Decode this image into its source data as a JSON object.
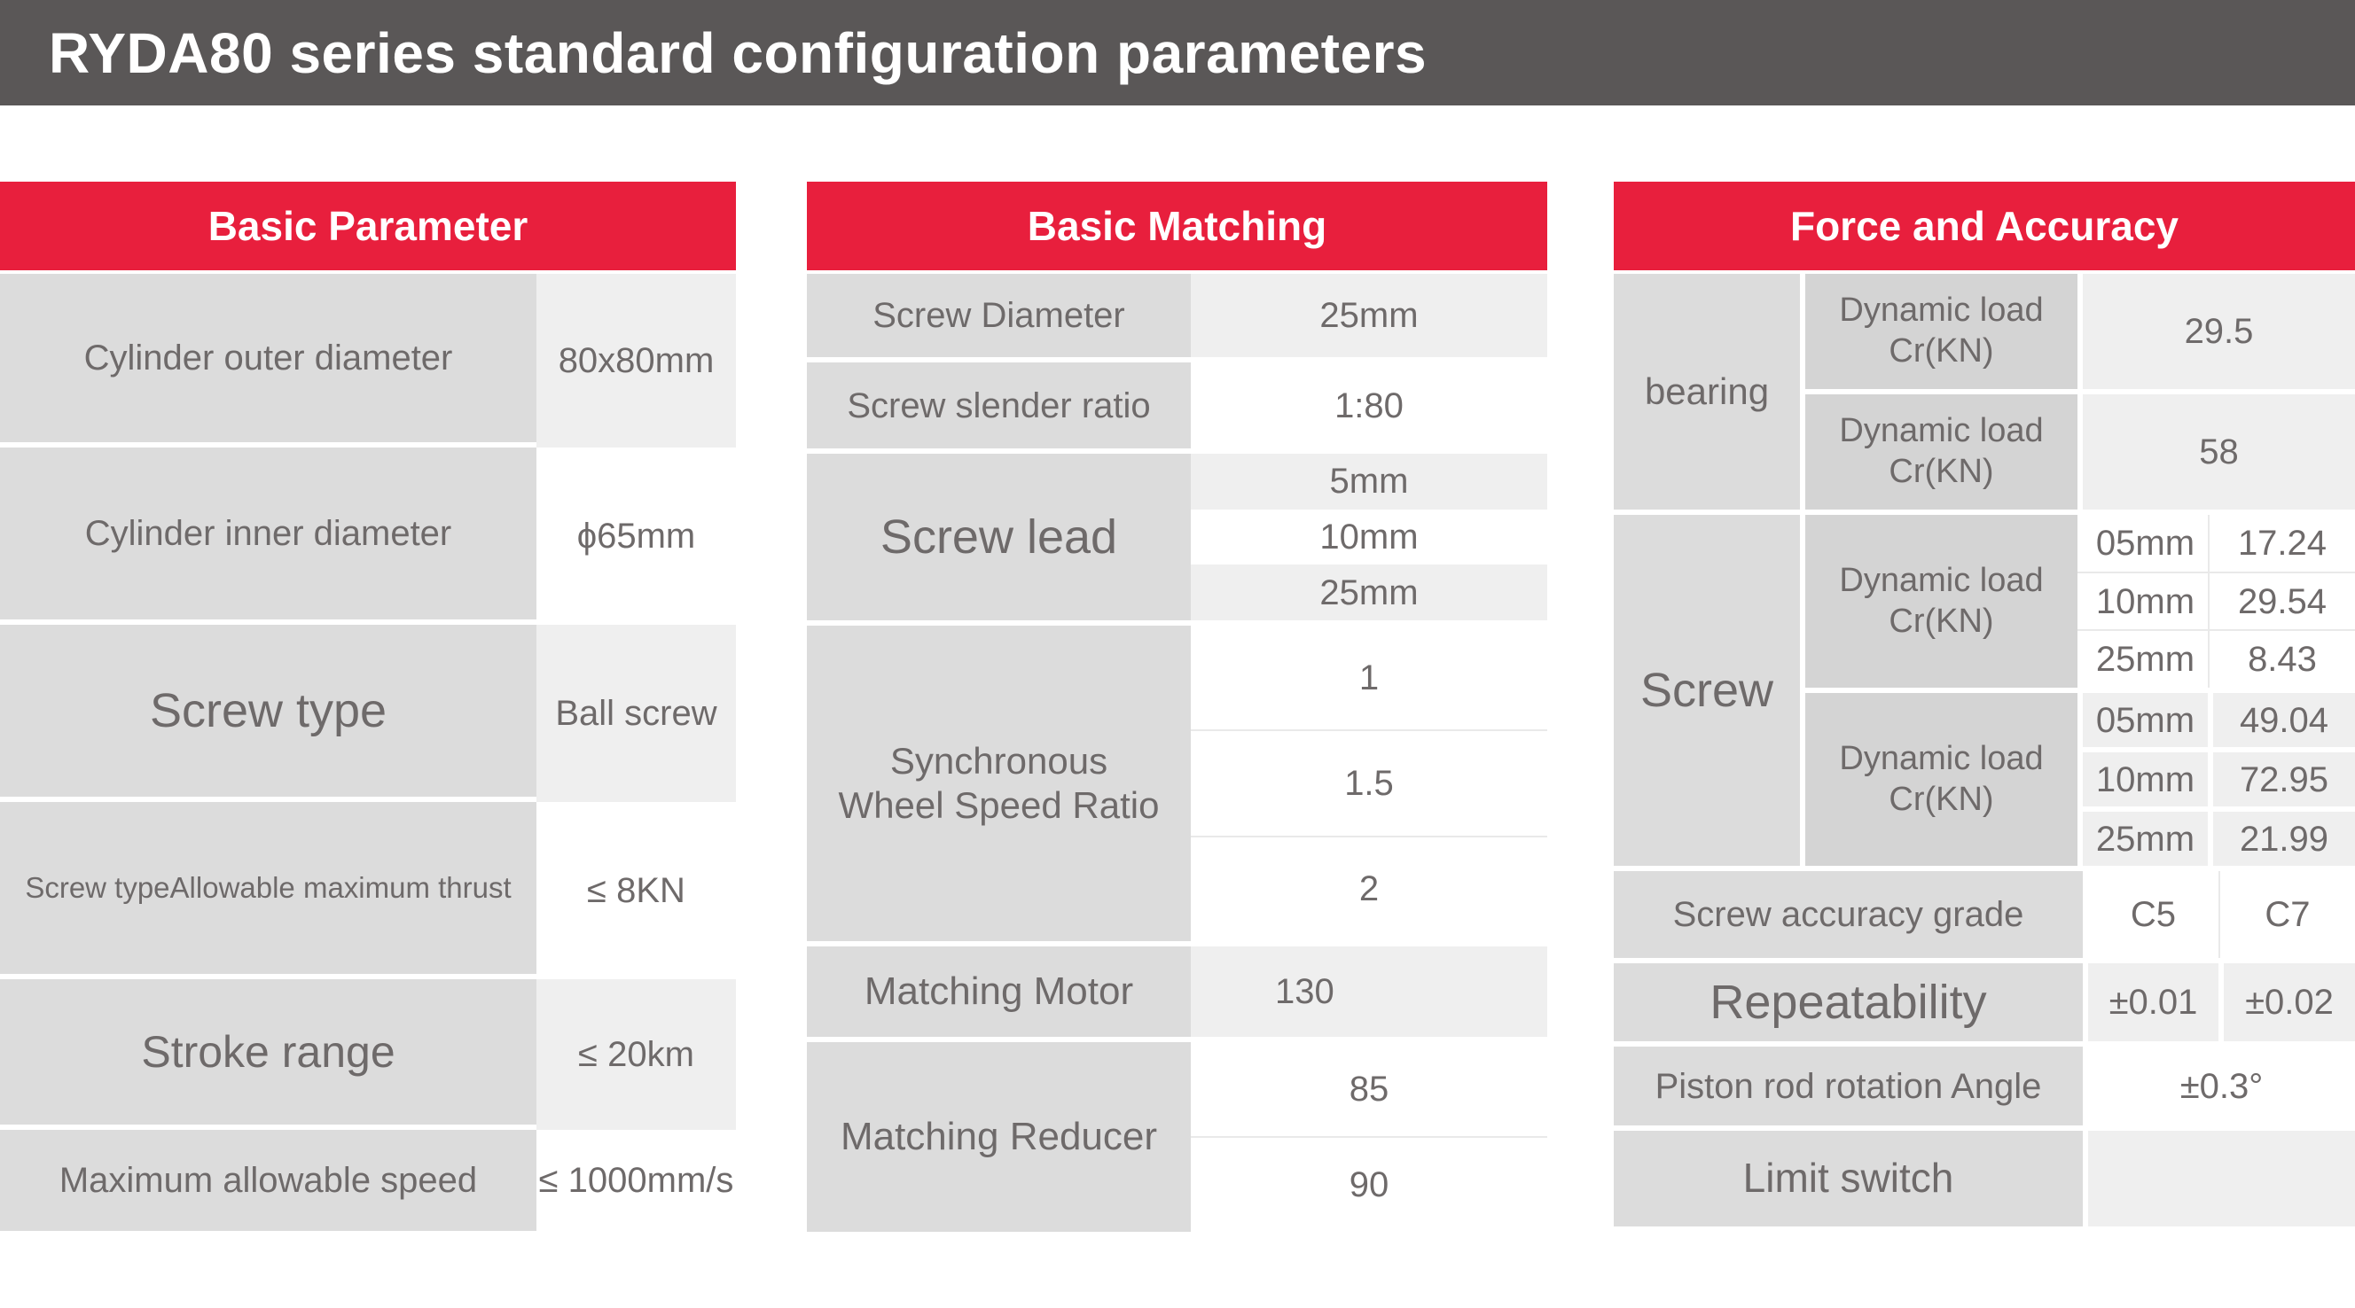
{
  "page": {
    "title": "RYDA80 series standard configuration parameters"
  },
  "colors": {
    "title_bar_bg": "#5a5757",
    "accent_red": "#e81f3d",
    "label_gray": "#dcdcdc",
    "metric_gray": "#d4d4d4",
    "value_light_gray": "#efefef",
    "text_gray": "#6e6a6a"
  },
  "tables": {
    "basic_parameter": {
      "header": "Basic Parameter",
      "rows": [
        {
          "label": "Cylinder outer diameter",
          "value": "80x80mm"
        },
        {
          "label": "Cylinder inner diameter",
          "value": "ϕ65mm"
        },
        {
          "label": "Screw type",
          "value": "Ball screw"
        },
        {
          "label": "Screw typeAllowable maximum thrust",
          "value": "≤ 8KN"
        },
        {
          "label": "Stroke range",
          "value": "≤ 20km"
        },
        {
          "label": "Maximum allowable speed",
          "value": "≤ 1000mm/s"
        }
      ]
    },
    "basic_matching": {
      "header": "Basic Matching",
      "rows": [
        {
          "label": "Screw Diameter",
          "values": [
            "25mm"
          ]
        },
        {
          "label": "Screw slender ratio",
          "values": [
            "1:80"
          ]
        },
        {
          "label": "Screw lead",
          "values": [
            "5mm",
            "10mm",
            "25mm"
          ]
        },
        {
          "label": "Synchronous Wheel Speed Ratio",
          "values": [
            "1",
            "1.5",
            "2"
          ]
        },
        {
          "label": "Matching Motor",
          "values": [
            "130"
          ]
        },
        {
          "label": "Matching Reducer",
          "values": [
            "85",
            "90"
          ]
        }
      ]
    },
    "force_and_accuracy": {
      "header": "Force and Accuracy",
      "bearing": {
        "label": "bearing",
        "rows": [
          {
            "metric": "Dynamic load Cr(KN)",
            "value": "29.5"
          },
          {
            "metric": "Dynamic load Cr(KN)",
            "value": "58"
          }
        ]
      },
      "screw": {
        "label": "Screw",
        "groups": [
          {
            "metric": "Dynamic load Cr(KN)",
            "rows": [
              {
                "lead": "05mm",
                "value": "17.24"
              },
              {
                "lead": "10mm",
                "value": "29.54"
              },
              {
                "lead": "25mm",
                "value": "8.43"
              }
            ]
          },
          {
            "metric": "Dynamic load Cr(KN)",
            "rows": [
              {
                "lead": "05mm",
                "value": "49.04"
              },
              {
                "lead": "10mm",
                "value": "72.95"
              },
              {
                "lead": "25mm",
                "value": "21.99"
              }
            ]
          }
        ]
      },
      "rows": [
        {
          "label": "Screw accuracy grade",
          "values": [
            "C5",
            "C7"
          ]
        },
        {
          "label": "Repeatability",
          "values": [
            "±0.01",
            "±0.02"
          ]
        },
        {
          "label": "Piston rod rotation Angle",
          "values": [
            "±0.3°"
          ]
        },
        {
          "label": "Limit switch",
          "values": []
        }
      ]
    }
  }
}
